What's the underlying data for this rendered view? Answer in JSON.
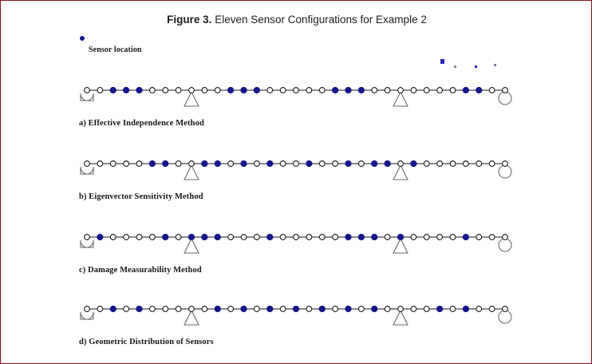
{
  "figure": {
    "label": "Figure 3.",
    "title": "Eleven Sensor Configurations for Example 2"
  },
  "legend": {
    "marker_icon": "filled-circle-marker",
    "text": "Sensor location",
    "marker_color": "#15158c"
  },
  "colors": {
    "sensor_fill": "#15158c",
    "node_fill": "#ffffff",
    "stroke": "#1a1a1a",
    "support_stroke": "#6b6b6b",
    "border": "#8a0f1e",
    "text": "#1a1a1a"
  },
  "beam": {
    "node_count": 33,
    "left_support_type": "pin-support",
    "right_support_type": "roller-support",
    "interior_support_type": "triangle-support",
    "interior_support_indices": [
      8,
      24
    ],
    "sensors_per_configuration": 11
  },
  "chart_data": {
    "type": "scatter",
    "title": "Eleven Sensor Configurations for Example 2",
    "xlabel": "",
    "ylabel": "",
    "x": [
      0,
      1,
      2,
      3,
      4,
      5,
      6,
      7,
      8,
      9,
      10,
      11,
      12,
      13,
      14,
      15,
      16,
      17,
      18,
      19,
      20,
      21,
      22,
      23,
      24,
      25,
      26,
      27,
      28,
      29,
      30,
      31,
      32
    ],
    "legend_entries": [
      "Sensor location"
    ],
    "series": [
      {
        "name": "a) Effective Independence Method",
        "sensor_indices": [
          2,
          3,
          4,
          11,
          12,
          13,
          19,
          20,
          21,
          29,
          30
        ],
        "values": [
          0,
          0,
          1,
          1,
          1,
          0,
          0,
          0,
          0,
          0,
          0,
          1,
          1,
          1,
          0,
          0,
          0,
          0,
          0,
          1,
          1,
          1,
          0,
          0,
          0,
          0,
          0,
          0,
          0,
          1,
          1,
          0,
          0
        ]
      },
      {
        "name": "b) Eigenvector Sensitivity Method",
        "sensor_indices": [
          5,
          6,
          9,
          10,
          12,
          14,
          17,
          20,
          22,
          23,
          25
        ],
        "values": [
          0,
          0,
          0,
          0,
          0,
          1,
          1,
          0,
          0,
          1,
          1,
          0,
          1,
          0,
          1,
          0,
          0,
          1,
          0,
          0,
          1,
          0,
          1,
          1,
          0,
          1,
          0,
          0,
          0,
          0,
          0,
          0,
          0
        ]
      },
      {
        "name": "c) Damage Measurability Method",
        "sensor_indices": [
          1,
          6,
          8,
          9,
          10,
          14,
          20,
          21,
          22,
          24,
          29
        ],
        "values": [
          0,
          1,
          0,
          0,
          0,
          0,
          1,
          0,
          1,
          1,
          1,
          0,
          0,
          0,
          1,
          0,
          0,
          0,
          0,
          0,
          1,
          1,
          1,
          0,
          1,
          0,
          0,
          0,
          0,
          1,
          0,
          0,
          0
        ]
      },
      {
        "name": "d) Geometric Distribution of Sensors",
        "sensor_indices": [
          2,
          4,
          10,
          12,
          14,
          16,
          18,
          20,
          22,
          27,
          29
        ],
        "values": [
          0,
          0,
          1,
          0,
          1,
          0,
          0,
          0,
          0,
          0,
          1,
          0,
          1,
          0,
          1,
          0,
          1,
          0,
          1,
          0,
          1,
          0,
          1,
          0,
          0,
          0,
          0,
          1,
          0,
          1,
          0,
          0,
          0
        ]
      }
    ]
  },
  "captions": [
    "a) Effective Independence Method",
    "b) Eigenvector Sensitivity Method",
    "c) Damage Measurability Method",
    "d) Geometric Distribution of Sensors"
  ]
}
